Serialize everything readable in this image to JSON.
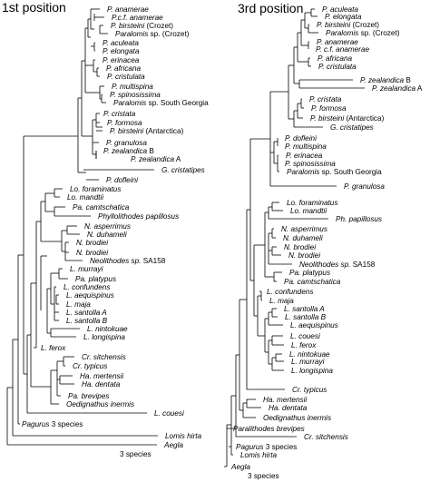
{
  "trees": [
    {
      "title": "1st position",
      "taxa": [
        {
          "parts": [
            {
              "t": "P. anamerae",
              "i": true
            }
          ]
        },
        {
          "parts": [
            {
              "t": "P.c.f. anamerae",
              "i": true
            }
          ]
        },
        {
          "parts": [
            {
              "t": "P. birsteini",
              "i": true
            },
            {
              "t": " (Crozet)",
              "i": false
            }
          ]
        },
        {
          "parts": [
            {
              "t": "Paralomis",
              "i": true
            },
            {
              "t": " sp. (Crozet)",
              "i": false
            }
          ]
        },
        {
          "parts": [
            {
              "t": "P. aculeata",
              "i": true
            }
          ]
        },
        {
          "parts": [
            {
              "t": "P. elongata",
              "i": true
            }
          ]
        },
        {
          "parts": [
            {
              "t": "P. erinacea",
              "i": true
            }
          ]
        },
        {
          "parts": [
            {
              "t": "P. africana",
              "i": true
            }
          ]
        },
        {
          "parts": [
            {
              "t": "P. cristulata",
              "i": true
            }
          ]
        },
        {
          "parts": [
            {
              "t": "P. multispina",
              "i": true
            }
          ]
        },
        {
          "parts": [
            {
              "t": "P. spinosissima",
              "i": true
            }
          ]
        },
        {
          "parts": [
            {
              "t": "Paralomis",
              "i": true
            },
            {
              "t": " sp. South Georgia",
              "i": false
            }
          ]
        },
        {
          "parts": [
            {
              "t": "P. cristata",
              "i": true
            }
          ]
        },
        {
          "parts": [
            {
              "t": "P. formosa",
              "i": true
            }
          ]
        },
        {
          "parts": [
            {
              "t": "P. birsteini",
              "i": true
            },
            {
              "t": " (Antarctica)",
              "i": false
            }
          ]
        },
        {
          "parts": [
            {
              "t": "P. granulosa",
              "i": true
            }
          ]
        },
        {
          "parts": [
            {
              "t": "P. zealandica",
              "i": true
            },
            {
              "t": " B",
              "i": false
            }
          ]
        },
        {
          "parts": [
            {
              "t": "P. zealandica",
              "i": true
            },
            {
              "t": " A",
              "i": false
            }
          ]
        },
        {
          "parts": [
            {
              "t": "G. cristatipes",
              "i": true
            }
          ]
        },
        {
          "parts": [
            {
              "t": "P. dofleini",
              "i": true
            }
          ]
        },
        {
          "parts": [
            {
              "t": "Lo. foraminatus",
              "i": true
            }
          ]
        },
        {
          "parts": [
            {
              "t": "Lo. mandtii",
              "i": true
            }
          ]
        },
        {
          "parts": [
            {
              "t": "Pa. camtschatica",
              "i": true
            }
          ]
        },
        {
          "parts": [
            {
              "t": "Phyllolithodes papillosus",
              "i": true
            }
          ]
        },
        {
          "parts": [
            {
              "t": "N. asperrimus",
              "i": true
            }
          ]
        },
        {
          "parts": [
            {
              "t": "N. duhameli",
              "i": true
            }
          ]
        },
        {
          "parts": [
            {
              "t": "N. brodiei",
              "i": true
            }
          ]
        },
        {
          "parts": [
            {
              "t": "N. brodiei",
              "i": true
            }
          ]
        },
        {
          "parts": [
            {
              "t": "Neolithodes sp.",
              "i": true
            },
            {
              "t": " SA158",
              "i": false
            }
          ]
        },
        {
          "parts": [
            {
              "t": "L. murrayi",
              "i": true
            }
          ]
        },
        {
          "parts": [
            {
              "t": "Pa. platypus",
              "i": true
            }
          ]
        },
        {
          "parts": [
            {
              "t": "L. confundens",
              "i": true
            }
          ]
        },
        {
          "parts": [
            {
              "t": "L. aequispinus",
              "i": true
            }
          ]
        },
        {
          "parts": [
            {
              "t": "L. maja",
              "i": true
            }
          ]
        },
        {
          "parts": [
            {
              "t": "L. santolla A",
              "i": true
            }
          ]
        },
        {
          "parts": [
            {
              "t": "L. santolla B",
              "i": true
            }
          ]
        },
        {
          "parts": [
            {
              "t": "L. nintokuae",
              "i": true
            }
          ]
        },
        {
          "parts": [
            {
              "t": "L. longispina",
              "i": true
            }
          ]
        },
        {
          "parts": [
            {
              "t": "L. ferox",
              "i": true
            }
          ]
        },
        {
          "parts": [
            {
              "t": "Cr. sitchensis",
              "i": true
            }
          ]
        },
        {
          "parts": [
            {
              "t": "Cr. typicus",
              "i": true
            }
          ]
        },
        {
          "parts": [
            {
              "t": "Ha. mertensii",
              "i": true
            }
          ]
        },
        {
          "parts": [
            {
              "t": "Ha. dentata",
              "i": true
            }
          ]
        },
        {
          "parts": [
            {
              "t": "Pa. brevipes",
              "i": true
            }
          ]
        },
        {
          "parts": [
            {
              "t": "Oedignathus inermis",
              "i": true
            }
          ]
        },
        {
          "parts": [
            {
              "t": "L. couesi",
              "i": true
            }
          ]
        },
        {
          "parts": [
            {
              "t": "Pagurus",
              "i": true
            },
            {
              "t": " 3 species",
              "i": false
            }
          ]
        },
        {
          "parts": [
            {
              "t": "Lomis hirta",
              "i": true
            }
          ]
        },
        {
          "parts": [
            {
              "t": "Aegla",
              "i": true
            }
          ]
        },
        {
          "parts": [
            {
              "t": "3 species",
              "i": false
            }
          ]
        }
      ]
    },
    {
      "title": "3rd position",
      "taxa": [
        {
          "parts": [
            {
              "t": "P. aculeata",
              "i": true
            }
          ]
        },
        {
          "parts": [
            {
              "t": "P. elongata",
              "i": true
            }
          ]
        },
        {
          "parts": [
            {
              "t": "P. birsteini",
              "i": true
            },
            {
              "t": " (Crozet)",
              "i": false
            }
          ]
        },
        {
          "parts": [
            {
              "t": "Paralomis",
              "i": true
            },
            {
              "t": " sp. (Crozet)",
              "i": false
            }
          ]
        },
        {
          "parts": [
            {
              "t": "P. anamerae",
              "i": true
            }
          ]
        },
        {
          "parts": [
            {
              "t": "P. c.f. anamerae",
              "i": true
            }
          ]
        },
        {
          "parts": [
            {
              "t": "P. africana",
              "i": true
            }
          ]
        },
        {
          "parts": [
            {
              "t": "P. cristulata",
              "i": true
            }
          ]
        },
        {
          "parts": [
            {
              "t": "P. zealandica",
              "i": true
            },
            {
              "t": " B",
              "i": false
            }
          ]
        },
        {
          "parts": [
            {
              "t": "P. zealandica",
              "i": true
            },
            {
              "t": " A",
              "i": false
            }
          ]
        },
        {
          "parts": [
            {
              "t": "P. cristata",
              "i": true
            }
          ]
        },
        {
          "parts": [
            {
              "t": "P. formosa",
              "i": true
            }
          ]
        },
        {
          "parts": [
            {
              "t": "P. birsteini",
              "i": true
            },
            {
              "t": " (Antarctica)",
              "i": false
            }
          ]
        },
        {
          "parts": [
            {
              "t": "G. cristatipes",
              "i": true
            }
          ]
        },
        {
          "parts": [
            {
              "t": "P. dofleini",
              "i": true
            }
          ]
        },
        {
          "parts": [
            {
              "t": "P. multispina",
              "i": true
            }
          ]
        },
        {
          "parts": [
            {
              "t": "P. erinacea",
              "i": true
            }
          ]
        },
        {
          "parts": [
            {
              "t": "P. spinosissima",
              "i": true
            }
          ]
        },
        {
          "parts": [
            {
              "t": "Paralomis",
              "i": true
            },
            {
              "t": " sp. South Georgia",
              "i": false
            }
          ]
        },
        {
          "parts": [
            {
              "t": "P. granulosa",
              "i": true
            }
          ]
        },
        {
          "parts": [
            {
              "t": "Lo. foraminatus",
              "i": true
            }
          ]
        },
        {
          "parts": [
            {
              "t": "Lo. mandtii",
              "i": true
            }
          ]
        },
        {
          "parts": [
            {
              "t": "Ph. papillosus",
              "i": true
            }
          ]
        },
        {
          "parts": [
            {
              "t": "N. asperrimus",
              "i": true
            }
          ]
        },
        {
          "parts": [
            {
              "t": "N. duhameli",
              "i": true
            }
          ]
        },
        {
          "parts": [
            {
              "t": "N. brodiei",
              "i": true
            }
          ]
        },
        {
          "parts": [
            {
              "t": "N. brodiei",
              "i": true
            }
          ]
        },
        {
          "parts": [
            {
              "t": "Neolithodes sp.",
              "i": true
            },
            {
              "t": " SA158",
              "i": false
            }
          ]
        },
        {
          "parts": [
            {
              "t": "Pa. platypus",
              "i": true
            }
          ]
        },
        {
          "parts": [
            {
              "t": "Pa. camtschatica",
              "i": true
            }
          ]
        },
        {
          "parts": [
            {
              "t": "L. confundens",
              "i": true
            }
          ]
        },
        {
          "parts": [
            {
              "t": "L. maja",
              "i": true
            }
          ]
        },
        {
          "parts": [
            {
              "t": "L. santolla A",
              "i": true
            }
          ]
        },
        {
          "parts": [
            {
              "t": "L. santolla B",
              "i": true
            }
          ]
        },
        {
          "parts": [
            {
              "t": "L. aequispinus",
              "i": true
            }
          ]
        },
        {
          "parts": [
            {
              "t": "L. couesi",
              "i": true
            }
          ]
        },
        {
          "parts": [
            {
              "t": "L. ferox",
              "i": true
            }
          ]
        },
        {
          "parts": [
            {
              "t": "L. nintokuae",
              "i": true
            }
          ]
        },
        {
          "parts": [
            {
              "t": "L. murrayi",
              "i": true
            }
          ]
        },
        {
          "parts": [
            {
              "t": "L. longispina",
              "i": true
            }
          ]
        },
        {
          "parts": [
            {
              "t": "Cr. typicus",
              "i": true
            }
          ]
        },
        {
          "parts": [
            {
              "t": "Ha. mertensii",
              "i": true
            }
          ]
        },
        {
          "parts": [
            {
              "t": "Ha. dentata",
              "i": true
            }
          ]
        },
        {
          "parts": [
            {
              "t": "Oedignathus inermis",
              "i": true
            }
          ]
        },
        {
          "parts": [
            {
              "t": "Paralithodes brevipes",
              "i": true
            }
          ]
        },
        {
          "parts": [
            {
              "t": "Cr. sitchensis",
              "i": true
            }
          ]
        },
        {
          "parts": [
            {
              "t": "Pagurus",
              "i": true
            },
            {
              "t": " 3 species",
              "i": false
            }
          ]
        },
        {
          "parts": [
            {
              "t": "Lomis hirta",
              "i": true
            }
          ]
        },
        {
          "parts": [
            {
              "t": "Aegla",
              "i": true
            }
          ]
        },
        {
          "parts": [
            {
              "t": "3 species",
              "i": false
            }
          ]
        }
      ]
    }
  ]
}
